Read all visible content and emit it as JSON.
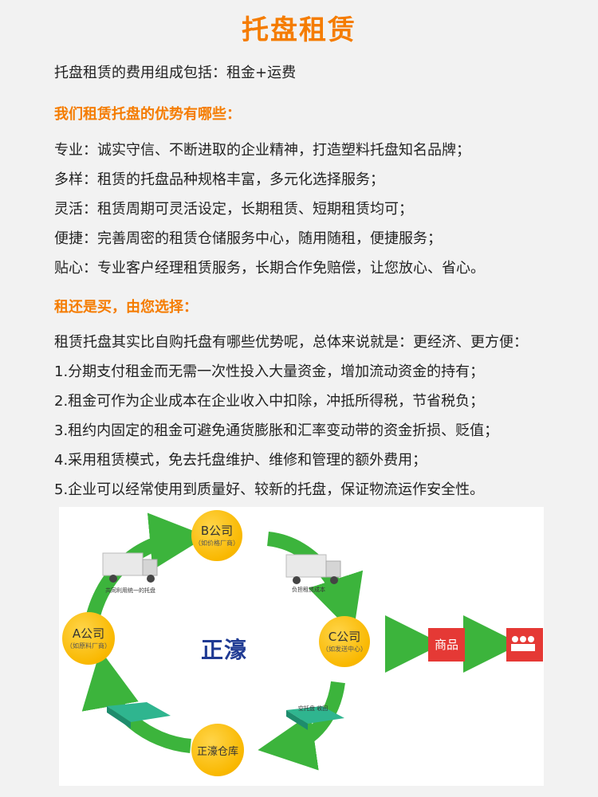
{
  "title": "托盘租赁",
  "intro": "托盘租赁的费用组成包括：租金+运费",
  "advantages": {
    "heading": "我们租赁托盘的优势有哪些：",
    "items": [
      "专业：诚实守信、不断进取的企业精神，打造塑料托盘知名品牌；",
      "多样：租赁的托盘品种规格丰富，多元化选择服务；",
      "灵活：租赁周期可灵活设定，长期租赁、短期租赁均可；",
      "便捷：完善周密的租赁仓储服务中心，随用随租，便捷服务；",
      "贴心：专业客户经理租赁服务，长期合作免赔偿，让您放心、省心。"
    ]
  },
  "choice": {
    "heading": "租还是买，由您选择：",
    "summary": "租赁托盘其实比自购托盘有哪些优势呢，总体来说就是：更经济、更方便：",
    "points": [
      "1.分期支付租金而无需一次性投入大量资金，增加流动资金的持有；",
      "2.租金可作为企业成本在企业收入中扣除，冲抵所得税，节省税负；",
      "3.租约内固定的租金可避免通货膨胀和汇率变动带的资金折损、贬值；",
      "4.采用租赁模式，免去托盘维护、维修和管理的额外费用；",
      "5.企业可以经常使用到质量好、较新的托盘，保证物流运作安全性。"
    ]
  },
  "diagram": {
    "b_company": "B公司",
    "b_note": "（如价格厂商）",
    "a_company": "A公司",
    "a_note": "（如原料厂商）",
    "c_company": "C公司",
    "c_note": "（如发送中心）",
    "warehouse": "正濠仓库",
    "logo_text": "正濠",
    "truck_left_caption": "共同利用统一的托盘",
    "truck_right_caption": "负担租赁成本",
    "pallet_caption": "空托盘 收回",
    "goods_label": "商品",
    "colors": {
      "arrow": "#3cb43c",
      "circle": "#f9b800",
      "box": "#e53935",
      "logo": "#1f3a93"
    }
  }
}
